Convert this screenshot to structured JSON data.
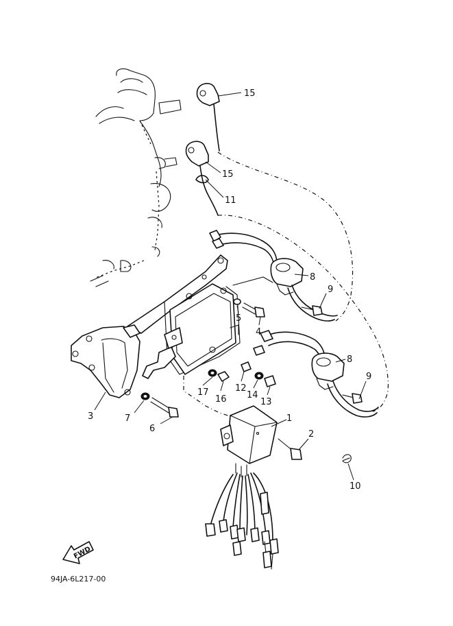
{
  "callouts": {
    "c1": "1",
    "c2": "2",
    "c3": "3",
    "c4": "4",
    "c5": "5",
    "c6": "6",
    "c7": "7",
    "c8a": "8",
    "c8b": "8",
    "c9a": "9",
    "c9b": "9",
    "c10": "10",
    "c11": "11",
    "c12": "12",
    "c13": "13",
    "c14": "14",
    "c15a": "15",
    "c15b": "15",
    "c16": "16",
    "c17": "17"
  },
  "fwd_arrow": {
    "label": "FWD"
  },
  "drawing_code": "94JA-6L217-00"
}
